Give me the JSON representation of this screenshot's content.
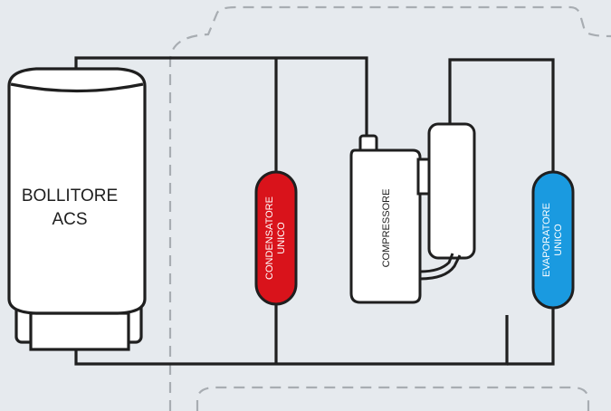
{
  "boiler": {
    "line1": "BOLLITORE",
    "line2": "ACS"
  },
  "condenser": {
    "line1": "CONDENSATORE",
    "line2": "UNICO",
    "color": "#d9131b"
  },
  "compressor": {
    "label": "COMPRESSORE"
  },
  "evaporator": {
    "line1": "EVAPORATORE",
    "line2": "UNICO",
    "color": "#1a9ae0"
  },
  "colors": {
    "background": "#e6eaee",
    "lines": "#1f1f1f",
    "dashed_outline": "#a8adb2",
    "component_fill": "#ffffff"
  }
}
